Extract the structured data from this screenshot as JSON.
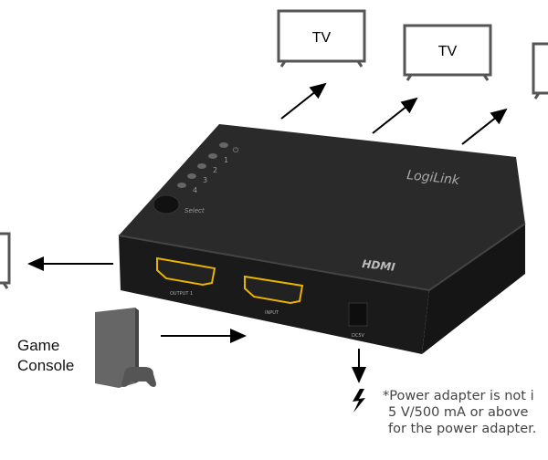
{
  "tvs": [
    {
      "label": "TV"
    },
    {
      "label": "TV"
    },
    {
      "label": ""
    },
    {
      "label": ""
    }
  ],
  "console": {
    "line1": "Game",
    "line2": "Console"
  },
  "device": {
    "brand": "LogiLink",
    "hdmi_logo": "HDMI",
    "leds": [
      "⏻",
      "1",
      "2",
      "3",
      "4"
    ],
    "select_label": "Select",
    "port_output": "OUTPUT 1",
    "port_input": "INPUT",
    "port_power": "DC5V",
    "body_color": "#1f1f1f",
    "port_accent": "#e8b400"
  },
  "note": {
    "icon": "lightning-icon",
    "lines": [
      "*Power adapter is not i",
      "5 V/500 mA or above",
      "for the power adapter."
    ]
  }
}
